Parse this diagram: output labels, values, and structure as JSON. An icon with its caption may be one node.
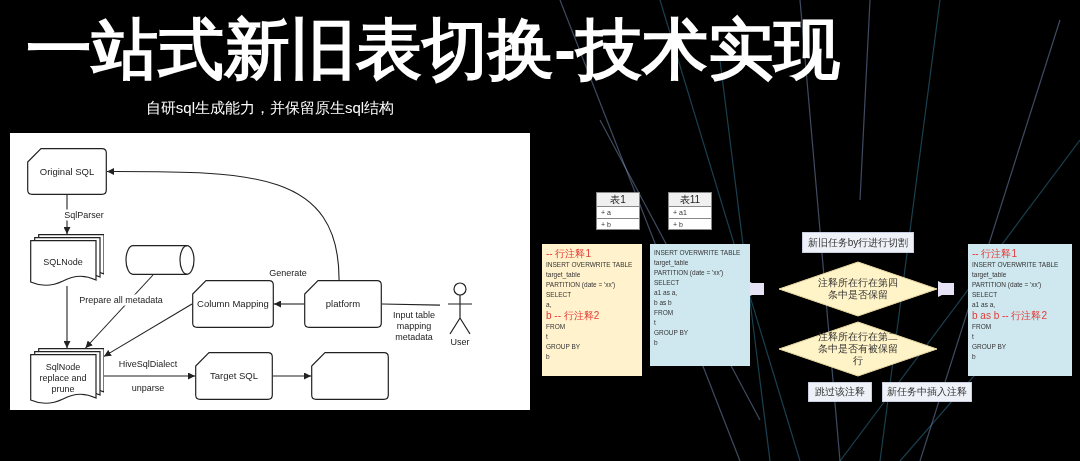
{
  "diagram": {
    "title": "一站式新旧表切换-技术实现",
    "nodes": [
      {
        "text": [
          "Original SQL"
        ]
      },
      {
        "text": [
          "SQLNode"
        ]
      },
      {
        "text": [],
        "shape": "cylinder"
      },
      {
        "text": [
          "Column Mapping"
        ]
      },
      {
        "text": [
          "platform"
        ]
      },
      {
        "text": [
          "User"
        ]
      },
      {
        "text": [
          "SqlNode replace and prune"
        ]
      },
      {
        "text": [
          "Target SQL"
        ]
      },
      {
        "text": [],
        "shape": "box"
      },
      {
        "text": [
          "表1",
          "+ a",
          "+ b"
        ]
      },
      {
        "text": [
          "表11",
          "+ a1",
          "+ b"
        ]
      },
      {
        "text": [
          "-- 行注释1",
          "INSERT OVERWRITE TABLE",
          "target_table",
          "PARTITION (date = 'xx')",
          "SELECT",
          "a,",
          "b -- 行注释2",
          "FROM",
          "t",
          "GROUP BY",
          "b"
        ]
      },
      {
        "text": [
          "INSERT OVERWRITE TABLE",
          "target_table",
          "PARTITION (date = 'xx')",
          "SELECT",
          "a1 as a,",
          "b as b",
          "FROM",
          "t",
          "GROUP BY",
          "b"
        ]
      },
      {
        "text": [
          "新旧任务by行进行切割"
        ]
      },
      {
        "text": [
          "注释所在行在第四条中是否保留"
        ]
      },
      {
        "text": [
          "注释所在行在第二条中是否有被保留行"
        ]
      },
      {
        "text": [
          "跳过该注释"
        ]
      },
      {
        "text": [
          "新任务中插入注释"
        ]
      },
      {
        "text": [
          "-- 行注释1",
          "INSERT OVERWRITE TABLE",
          "target_table",
          "PARTITION (date = 'xx')",
          "SELECT",
          "a1 as a,",
          "b as b -- 行注释2",
          "FROM",
          "t",
          "GROUP BY",
          "b"
        ]
      }
    ],
    "edges": [
      {
        "from": 0,
        "to": 1,
        "arrow": "to",
        "label": "SqlParser"
      },
      {
        "from": 1,
        "to": 6,
        "arrow": "to"
      },
      {
        "from": 2,
        "to": 6,
        "arrow": "to",
        "label": "Prepare all metadata"
      },
      {
        "from": 3,
        "to": 6,
        "arrow": "to"
      },
      {
        "from": 4,
        "to": 3,
        "arrow": "to",
        "label": "Generate"
      },
      {
        "from": 4,
        "to": 0,
        "arrow": "to"
      },
      {
        "from": 5,
        "to": 4,
        "arrow": "none",
        "label": "Input table mapping metadata"
      },
      {
        "from": 6,
        "to": 7,
        "arrow": "to",
        "label": "HiveSqlDialect"
      },
      {
        "from": 7,
        "to": 8,
        "arrow": "to"
      },
      {
        "from": 12,
        "to": 14,
        "arrow": "to",
        "style": "thick",
        "color": "#e8e2f7"
      },
      {
        "from": 14,
        "to": 18,
        "arrow": "to",
        "style": "thick",
        "color": "#e8e2f7"
      }
    ],
    "labels": [
      "自研sql生成能力，并保留原生sql结构",
      "unparse"
    ]
  }
}
